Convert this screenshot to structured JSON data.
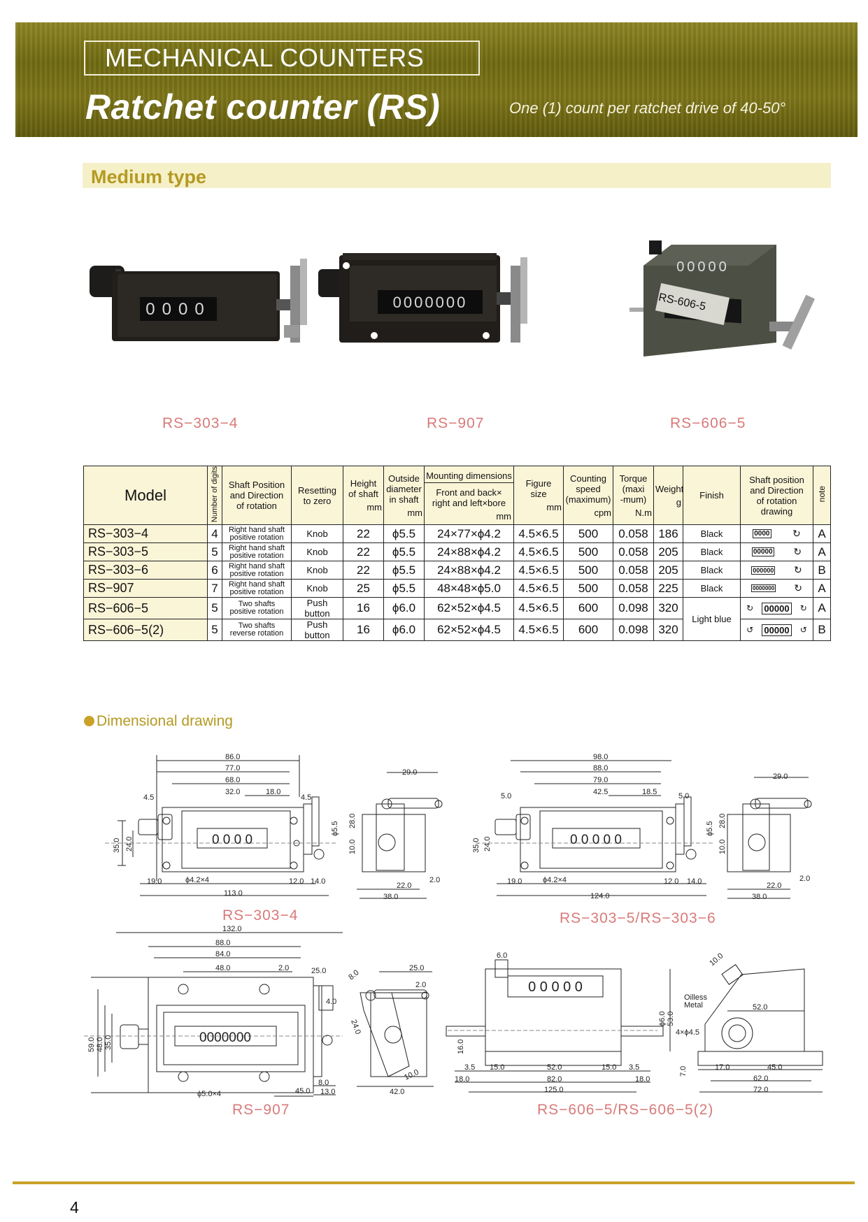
{
  "header": {
    "category": "MECHANICAL COUNTERS",
    "title": "Ratchet counter (RS)",
    "subtitle": "One (1) count per ratchet drive of 40-50°"
  },
  "section": {
    "subtitle": "Medium type"
  },
  "photos": [
    {
      "caption": "RS−303−4",
      "digits": "0000"
    },
    {
      "caption": "RS−907",
      "digits": "0000000"
    },
    {
      "caption": "RS−606−5",
      "digits": "00000",
      "plate": "RS-606-5"
    }
  ],
  "table": {
    "headers": {
      "model": "Model",
      "digits": "Number of digits",
      "shaft": [
        "Shaft Position",
        "and Direction",
        "of rotation"
      ],
      "reset": [
        "Resetting",
        "to zero"
      ],
      "height": [
        "Height",
        "of shaft"
      ],
      "height_unit": "mm",
      "diameter": [
        "Outside",
        "diameter",
        "in shaft"
      ],
      "diameter_unit": "mm",
      "mount_title": "Mounting dimensions",
      "mount": [
        "Front and back×",
        "right and left×bore"
      ],
      "mount_unit": "mm",
      "figure": [
        "Figure",
        "size"
      ],
      "figure_unit": "mm",
      "speed": [
        "Counting",
        "speed",
        "(maximum)"
      ],
      "speed_unit": "cpm",
      "torque": [
        "Torque",
        "(maxi",
        "-mum)"
      ],
      "torque_unit": "N.m",
      "weight": "Weight",
      "weight_unit": "g",
      "finish": "Finish",
      "drawing": [
        "Shaft position",
        "and Direction",
        "of rotation",
        "drawing"
      ],
      "note": "note"
    },
    "rows": [
      {
        "model": "RS−303−4",
        "digits": "4",
        "shaft": [
          "Right hand shaft",
          "positive rotation"
        ],
        "reset": "Knob",
        "height": "22",
        "diameter": "ϕ5.5",
        "mount": "24×77×ϕ4.2",
        "figure": "4.5×6.5",
        "speed": "500",
        "torque": "0.058",
        "weight": "186",
        "finish": "Black",
        "drawing_digits": "0000",
        "note": "A"
      },
      {
        "model": "RS−303−5",
        "digits": "5",
        "shaft": [
          "Right hand shaft",
          "positive rotation"
        ],
        "reset": "Knob",
        "height": "22",
        "diameter": "ϕ5.5",
        "mount": "24×88×ϕ4.2",
        "figure": "4.5×6.5",
        "speed": "500",
        "torque": "0.058",
        "weight": "205",
        "finish": "Black",
        "drawing_digits": "00000",
        "note": "A"
      },
      {
        "model": "RS−303−6",
        "digits": "6",
        "shaft": [
          "Right hand shaft",
          "positive rotation"
        ],
        "reset": "Knob",
        "height": "22",
        "diameter": "ϕ5.5",
        "mount": "24×88×ϕ4.2",
        "figure": "4.5×6.5",
        "speed": "500",
        "torque": "0.058",
        "weight": "205",
        "finish": "Black",
        "drawing_digits": "000000",
        "note": "B"
      },
      {
        "model": "RS−907",
        "digits": "7",
        "shaft": [
          "Right hand shaft",
          "positive rotation"
        ],
        "reset": "Knob",
        "height": "25",
        "diameter": "ϕ5.5",
        "mount": "48×48×ϕ5.0",
        "figure": "4.5×6.5",
        "speed": "500",
        "torque": "0.058",
        "weight": "225",
        "finish": "Black",
        "drawing_digits": "0000000",
        "note": "A"
      },
      {
        "model": "RS−606−5",
        "digits": "5",
        "shaft": [
          "Two shafts",
          "positive rotation"
        ],
        "reset": "Push button",
        "height": "16",
        "diameter": "ϕ6.0",
        "mount": "62×52×ϕ4.5",
        "figure": "4.5×6.5",
        "speed": "600",
        "torque": "0.098",
        "weight": "320",
        "finish": "Light blue",
        "drawing_digits": "00000",
        "note": "A"
      },
      {
        "model": "RS−606−5(2)",
        "digits": "5",
        "shaft": [
          "Two shafts",
          "reverse rotation"
        ],
        "reset": "Push button",
        "height": "16",
        "diameter": "ϕ6.0",
        "mount": "62×52×ϕ4.5",
        "figure": "4.5×6.5",
        "speed": "600",
        "torque": "0.098",
        "weight": "320",
        "finish": "",
        "drawing_digits": "00000",
        "note": "B"
      }
    ]
  },
  "drawings": {
    "section_title": "Dimensional drawing",
    "rs303_4": {
      "caption": "RS−303−4",
      "digits": "0 0 0 0",
      "dims": {
        "d1": "86.0",
        "d2": "77.0",
        "d3": "68.0",
        "d4": "32.0",
        "d5": "18.0",
        "d6": "4.5",
        "d7": "4.5",
        "d8": "35.0",
        "d9": "24.0",
        "d10": "19.0",
        "d11": "ϕ4.2×4",
        "d12": "12.0",
        "d13": "14.0",
        "d14": "113.0",
        "d15": "ϕ5.5"
      },
      "side": {
        "s1": "29.0",
        "s2": "28.0",
        "s3": "10.0",
        "s4": "22.0",
        "s5": "2.0",
        "s6": "38.0"
      }
    },
    "rs303_5": {
      "caption": "RS−303−5/RS−303−6",
      "digits": "0 0 0 0 0",
      "dims": {
        "d1": "98.0",
        "d2": "88.0",
        "d3": "79.0",
        "d4": "42.5",
        "d5": "18.5",
        "d6": "5.0",
        "d7": "5.0",
        "d8": "35.0",
        "d9": "24.0",
        "d10": "19.0",
        "d11": "ϕ4.2×4",
        "d12": "12.0",
        "d13": "14.0",
        "d14": "124.0",
        "d15": "ϕ5.5"
      },
      "side": {
        "s1": "29.0",
        "s2": "28.0",
        "s3": "10.0",
        "s4": "22.0",
        "s5": "2.0",
        "s6": "38.0"
      }
    },
    "rs907": {
      "caption": "RS−907",
      "digits": "0000000",
      "dims": {
        "d1": "132.0",
        "d2": "88.0",
        "d3": "84.0",
        "d4": "48.0",
        "d5": "2.0",
        "d6": "25.0",
        "d7": "4.0",
        "d8": "59.0",
        "d9": "48.0",
        "d10": "35.0",
        "d11": "8.0",
        "d12": "13.0",
        "d13": "45.0",
        "d14": "ϕ5.0×4"
      },
      "side": {
        "s1": "25.0",
        "s2": "2.0",
        "s3": "8.0",
        "s4": "24.0",
        "s5": "10.0",
        "s6": "42.0"
      }
    },
    "rs606": {
      "caption": "RS−606−5/RS−606−5(2)",
      "digits": "0 0 0 0 0",
      "dims": {
        "d1": "6.0",
        "d2": "ϕ6.0",
        "d3": "53.0",
        "d4": "16.0",
        "d5": "3.5",
        "d6": "15.0",
        "d7": "52.0",
        "d8": "15.0",
        "d9": "3.5",
        "d10": "18.0",
        "d11": "82.0",
        "d12": "18.0",
        "d13": "125.0"
      },
      "side": {
        "s1": "10.0",
        "s2": "Oilless",
        "s3": "Metal",
        "s4": "52.0",
        "s5": "4×ϕ4.5",
        "s6": "7.0",
        "s7": "17.0",
        "s8": "45.0",
        "s9": "62.0",
        "s10": "72.0"
      }
    }
  },
  "footer": {
    "page": "4"
  },
  "colors": {
    "banner": "#7a7318",
    "accent": "#c9a227",
    "caption": "#d97a7a",
    "header_fill": "#fbf5d8"
  }
}
